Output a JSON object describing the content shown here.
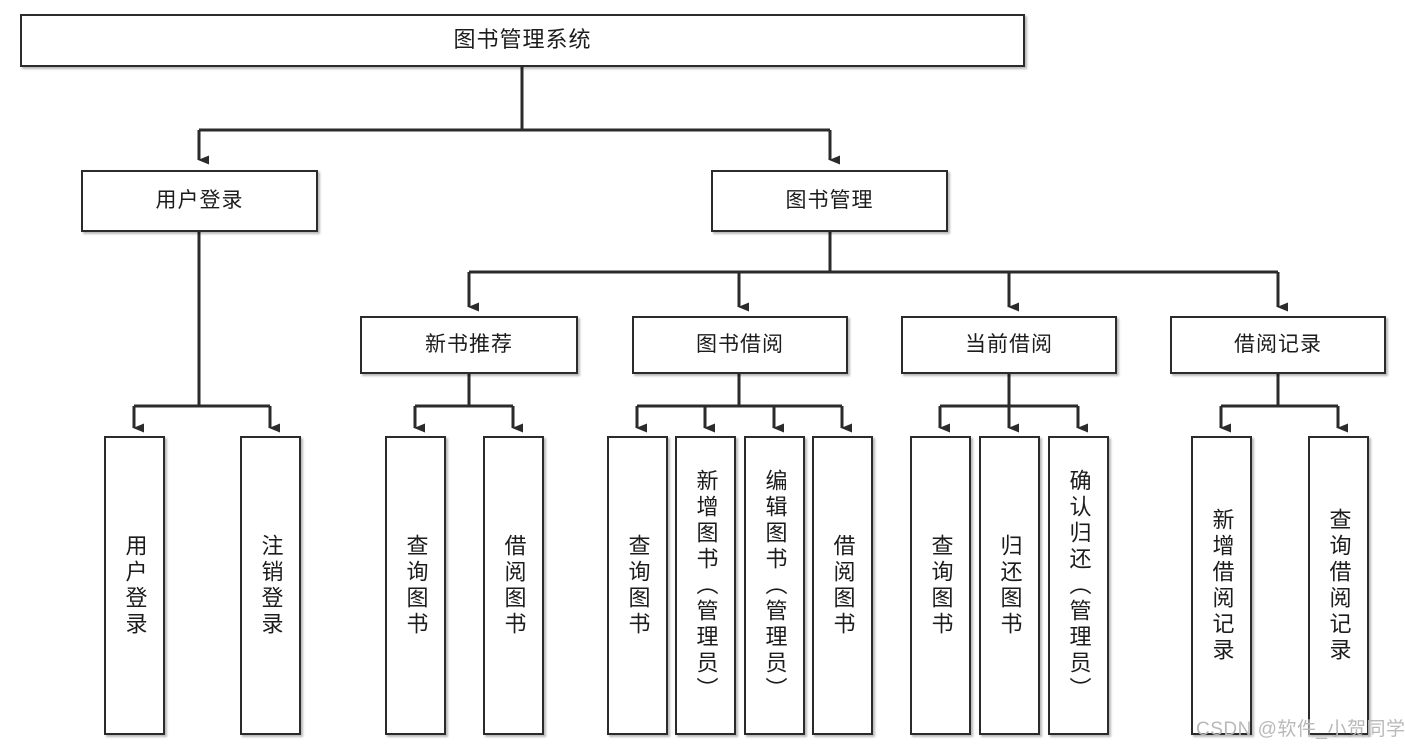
{
  "diagram": {
    "title": "图书管理系统",
    "watermark": "CSDN @软件_小贺同学",
    "edge_color": "#2b2b2b",
    "node_border_color": "#2b2b2b",
    "node_fill_color": "#ffffff",
    "background_color": "#ffffff",
    "nodes": {
      "root": {
        "label": "图书管理系统"
      },
      "level2": [
        {
          "id": "user-login",
          "label": "用户登录"
        },
        {
          "id": "book-manage",
          "label": "图书管理"
        }
      ],
      "level3": [
        {
          "id": "new-book-recommend",
          "label": "新书推荐"
        },
        {
          "id": "book-borrow",
          "label": "图书借阅"
        },
        {
          "id": "current-borrow",
          "label": "当前借阅"
        },
        {
          "id": "borrow-record",
          "label": "借阅记录"
        }
      ],
      "leaves": {
        "user_login": [
          {
            "id": "leaf-user-login",
            "label": "用户登录"
          },
          {
            "id": "leaf-logout-login",
            "label": "注销登录"
          }
        ],
        "new_book_recommend": [
          {
            "id": "leaf-query-book-1",
            "label": "查询图书"
          },
          {
            "id": "leaf-borrow-book-1",
            "label": "借阅图书"
          }
        ],
        "book_borrow": [
          {
            "id": "leaf-query-book-2",
            "label": "查询图书"
          },
          {
            "id": "leaf-add-book",
            "label": "新增图书（管理员）"
          },
          {
            "id": "leaf-edit-book",
            "label": "编辑图书（管理员）"
          },
          {
            "id": "leaf-borrow-book-2",
            "label": "借阅图书"
          }
        ],
        "current_borrow": [
          {
            "id": "leaf-query-book-3",
            "label": "查询图书"
          },
          {
            "id": "leaf-return-book",
            "label": "归还图书"
          },
          {
            "id": "leaf-confirm-return",
            "label": "确认归还（管理员）"
          }
        ],
        "borrow_record": [
          {
            "id": "leaf-add-record",
            "label": "新增借阅记录"
          },
          {
            "id": "leaf-query-record",
            "label": "查询借阅记录"
          }
        ]
      }
    }
  }
}
